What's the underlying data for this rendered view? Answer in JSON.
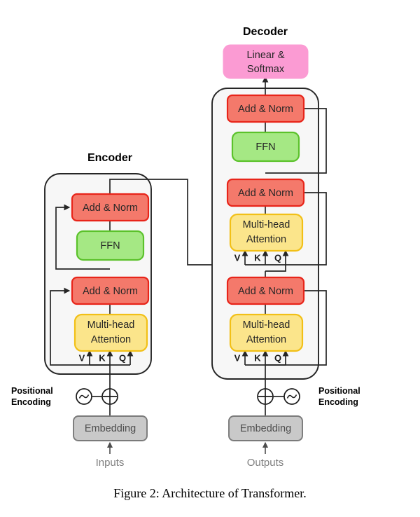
{
  "figure": {
    "caption": "Figure 2:  Architecture of Transformer.",
    "encoder_title": "Encoder",
    "decoder_title": "Decoder"
  },
  "colors": {
    "add_norm_fill": "#F4796B",
    "add_norm_stroke": "#E8251A",
    "ffn_fill": "#A5E884",
    "ffn_stroke": "#5BC22B",
    "attention_fill": "#FBE58B",
    "attention_stroke": "#F2C017",
    "softmax_fill": "#FB9BD3",
    "embedding_fill": "#C9C9C9",
    "embedding_stroke": "#7A7A7A",
    "container_fill": "#F7F7F7",
    "container_stroke": "#262626",
    "wire": "#262626",
    "io_text": "#808080"
  },
  "encoder": {
    "title": "Encoder",
    "blocks": [
      {
        "label": "Add & Norm",
        "kind": "add-norm"
      },
      {
        "label": "FFN",
        "kind": "ffn"
      },
      {
        "label": "Add & Norm",
        "kind": "add-norm"
      },
      {
        "label": "Multi-head\nAttention",
        "line1": "Multi-head",
        "line2": "Attention",
        "kind": "attention"
      }
    ],
    "qkv": {
      "v": "V",
      "k": "K",
      "q": "Q"
    },
    "positional_encoding": {
      "line1": "Positional",
      "line2": "Encoding"
    },
    "embedding_label": "Embedding",
    "io_label": "Inputs",
    "sum_symbol": "+",
    "wave_symbol": "~"
  },
  "decoder": {
    "title": "Decoder",
    "output_head": {
      "line1": "Linear &",
      "line2": "Softmax"
    },
    "blocks": [
      {
        "label": "Add & Norm",
        "kind": "add-norm"
      },
      {
        "label": "FFN",
        "kind": "ffn"
      },
      {
        "label": "Add & Norm",
        "kind": "add-norm"
      },
      {
        "label": "Multi-head\nAttention",
        "line1": "Multi-head",
        "line2": "Attention",
        "kind": "attention"
      },
      {
        "label": "Add & Norm",
        "kind": "add-norm"
      },
      {
        "label": "Multi-head\nAttention",
        "line1": "Multi-head",
        "line2": "Attention",
        "kind": "attention"
      }
    ],
    "cross_qkv": {
      "v": "V",
      "k": "K",
      "q": "Q"
    },
    "self_qkv": {
      "v": "V",
      "k": "K",
      "q": "Q"
    },
    "positional_encoding": {
      "line1": "Positional",
      "line2": "Encoding"
    },
    "embedding_label": "Embedding",
    "io_label": "Outputs",
    "sum_symbol": "+",
    "wave_symbol": "~"
  }
}
